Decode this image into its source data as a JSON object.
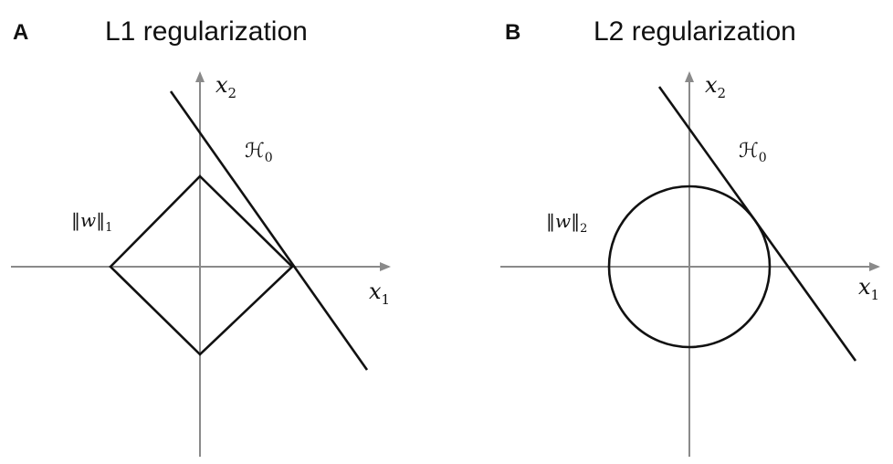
{
  "panels": [
    {
      "letter": "A",
      "title": "L1 regularization",
      "axis_x_label": {
        "base": "x",
        "sub": "1"
      },
      "axis_y_label": {
        "base": "x",
        "sub": "2"
      },
      "constraint_label": {
        "base": "‖w‖",
        "sub": "1"
      },
      "hyperplane_label": {
        "base": "ℋ",
        "sub": "0"
      },
      "constraint_shape": "diamond"
    },
    {
      "letter": "B",
      "title": "L2 regularization",
      "axis_x_label": {
        "base": "x",
        "sub": "1"
      },
      "axis_y_label": {
        "base": "x",
        "sub": "2"
      },
      "constraint_label": {
        "base": "‖w‖",
        "sub": "2"
      },
      "hyperplane_label": {
        "base": "ℋ",
        "sub": "0"
      },
      "constraint_shape": "circle"
    }
  ],
  "colors": {
    "axis": "#8a8a8a",
    "shape": "#111111",
    "text": "#111111"
  }
}
